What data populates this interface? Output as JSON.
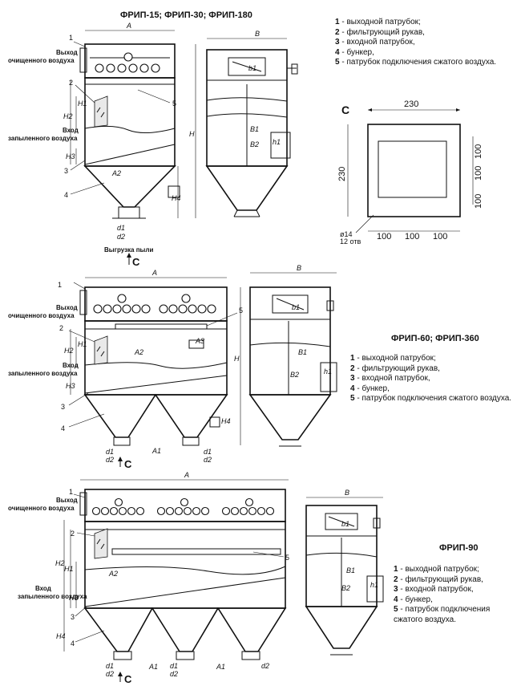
{
  "sections": [
    {
      "title": "ФРИП-15; ФРИП-30; ФРИП-180"
    },
    {
      "title": "ФРИП-60; ФРИП-360"
    },
    {
      "title": "ФРИП-90"
    }
  ],
  "legend_items": [
    {
      "num": "1",
      "text": " - выходной патрубок;"
    },
    {
      "num": "2",
      "text": " - фильтрующий рукав,"
    },
    {
      "num": "3",
      "text": " - входной патрубок,"
    },
    {
      "num": "4",
      "text": " - бункер,"
    },
    {
      "num": "5",
      "text": " - патрубок подключения сжатого воздуха."
    }
  ],
  "legend3_last": [
    " - патрубок подключения",
    "сжатого воздуха."
  ],
  "labels": {
    "vykhod": "Выход",
    "ochishch": "очищенного воздуха",
    "vkhod": "Вход",
    "zapyl": "запыленного воздуха",
    "vygruzka": "Выгрузка пыли",
    "view_c": "C",
    "n1": "1",
    "n2": "2",
    "n3": "3",
    "n4": "4",
    "n5": "5"
  },
  "dims": {
    "A": "A",
    "B": "B",
    "H": "H",
    "H1": "H1",
    "H2": "H2",
    "H3": "H3",
    "H4": "H4",
    "A1": "A1",
    "A2": "A2",
    "A3": "A3",
    "B1": "B1",
    "B2": "B2",
    "b1": "b1",
    "h1": "h1",
    "d1": "d1",
    "d2": "d2"
  },
  "view_c": {
    "label": "C",
    "w": "230",
    "h": "230",
    "right": [
      "100",
      "100",
      "100"
    ],
    "bottom": [
      "100",
      "100",
      "100"
    ],
    "hole_d": "ø14",
    "hole_n": "12 отв"
  }
}
